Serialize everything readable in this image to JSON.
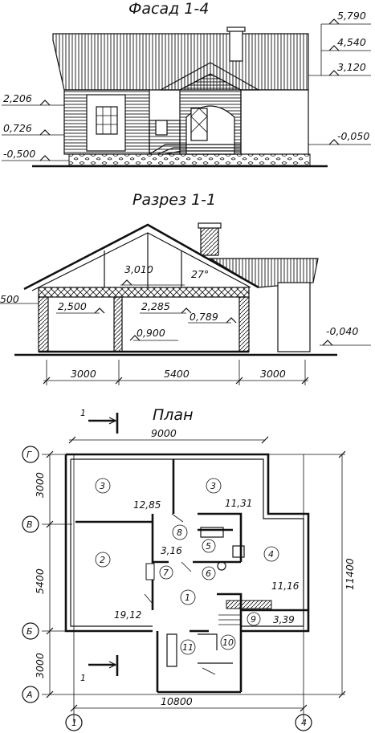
{
  "facade": {
    "title": "Фасад 1-4",
    "levels_left": [
      "2,206",
      "0,726",
      "-0,500"
    ],
    "levels_right": [
      "5,790",
      "4,540",
      "3,120",
      "-0,050"
    ]
  },
  "section": {
    "title": "Разрез 1-1",
    "levels": [
      "3,010",
      "2,500",
      "2,285",
      "0,789",
      "0,900",
      "-0,040",
      "500"
    ],
    "angle": "27°",
    "dims": [
      "3000",
      "5400",
      "3000"
    ]
  },
  "plan": {
    "title": "План",
    "cut_mark": "1",
    "overall_width": "9000",
    "overall_width_bottom": "10800",
    "overall_height": "11400",
    "left_dims": [
      "3000",
      "5400",
      "3000"
    ],
    "axes_rows": [
      "Г",
      "В",
      "Б",
      "А"
    ],
    "axes_cols": [
      "1",
      "4"
    ],
    "rooms": [
      {
        "num": "1",
        "area": ""
      },
      {
        "num": "2",
        "area": "19,12"
      },
      {
        "num": "3",
        "area": "12,85"
      },
      {
        "num": "3",
        "area": "11,31"
      },
      {
        "num": "4",
        "area": "11,16"
      },
      {
        "num": "5",
        "area": ""
      },
      {
        "num": "6",
        "area": ""
      },
      {
        "num": "7",
        "area": ""
      },
      {
        "num": "8",
        "area": "3,16"
      },
      {
        "num": "9",
        "area": "3,39"
      },
      {
        "num": "10",
        "area": ""
      },
      {
        "num": "11",
        "area": ""
      }
    ]
  }
}
